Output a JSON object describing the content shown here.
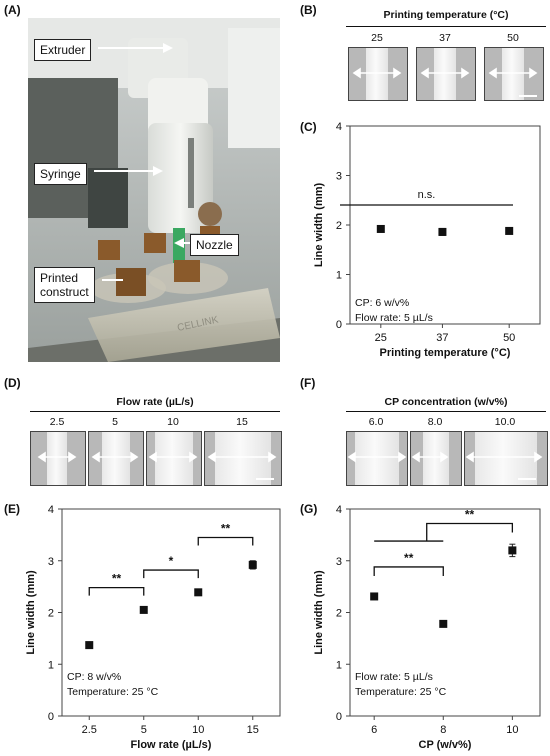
{
  "panels": {
    "A": "(A)",
    "B": "(B)",
    "C": "(C)",
    "D": "(D)",
    "E": "(E)",
    "F": "(F)",
    "G": "(G)"
  },
  "photo_callouts": {
    "extruder": "Extruder",
    "syringe": "Syringe",
    "nozzle": "Nozzle",
    "construct_line1": "Printed",
    "construct_line2": "construct",
    "brand": "CELLINK"
  },
  "strip_b": {
    "title": "Printing temperature (°C)",
    "values": [
      "25",
      "37",
      "50"
    ]
  },
  "strip_d": {
    "title": "Flow rate (µL/s)",
    "values": [
      "2.5",
      "5",
      "10",
      "15"
    ]
  },
  "strip_f": {
    "title": "CP concentration (w/v%)",
    "values": [
      "6.0",
      "8.0",
      "10.0"
    ]
  },
  "chart_data": [
    {
      "panel": "C",
      "type": "scatter",
      "categories": [
        "25",
        "37",
        "50"
      ],
      "values": [
        1.92,
        1.86,
        1.88
      ],
      "errors": [
        0.05,
        0.07,
        0.05
      ],
      "ylabel": "Line width (mm)",
      "xlabel": "Printing temperature (°C)",
      "ylim": [
        0,
        4
      ],
      "yticks": [
        "0",
        "1",
        "2",
        "3",
        "4"
      ],
      "annotations": [
        "n.s."
      ],
      "conditions": [
        "CP: 6 w/v%",
        "Flow rate: 5 µL/s"
      ]
    },
    {
      "panel": "E",
      "type": "scatter",
      "categories": [
        "2.5",
        "5",
        "10",
        "15"
      ],
      "values": [
        1.37,
        2.05,
        2.39,
        2.92
      ],
      "errors": [
        0.03,
        0.04,
        0.04,
        0.08
      ],
      "ylabel": "Line width (mm)",
      "xlabel": "Flow rate (µL/s)",
      "ylim": [
        0,
        4
      ],
      "yticks": [
        "0",
        "1",
        "2",
        "3",
        "4"
      ],
      "annotations": [
        "**",
        "*",
        "**"
      ],
      "conditions": [
        "CP: 8 w/v%",
        "Temperature: 25 °C"
      ]
    },
    {
      "panel": "G",
      "type": "scatter",
      "categories": [
        "6",
        "8",
        "10"
      ],
      "values": [
        2.31,
        1.78,
        3.2
      ],
      "errors": [
        0.04,
        0.03,
        0.12
      ],
      "ylabel": "Line width (mm)",
      "xlabel": "CP (w/v%)",
      "ylim": [
        0,
        4
      ],
      "yticks": [
        "0",
        "1",
        "2",
        "3",
        "4"
      ],
      "annotations": [
        "**",
        "**"
      ],
      "conditions": [
        "Flow rate: 5 µL/s",
        "Temperature: 25 °C"
      ]
    }
  ]
}
